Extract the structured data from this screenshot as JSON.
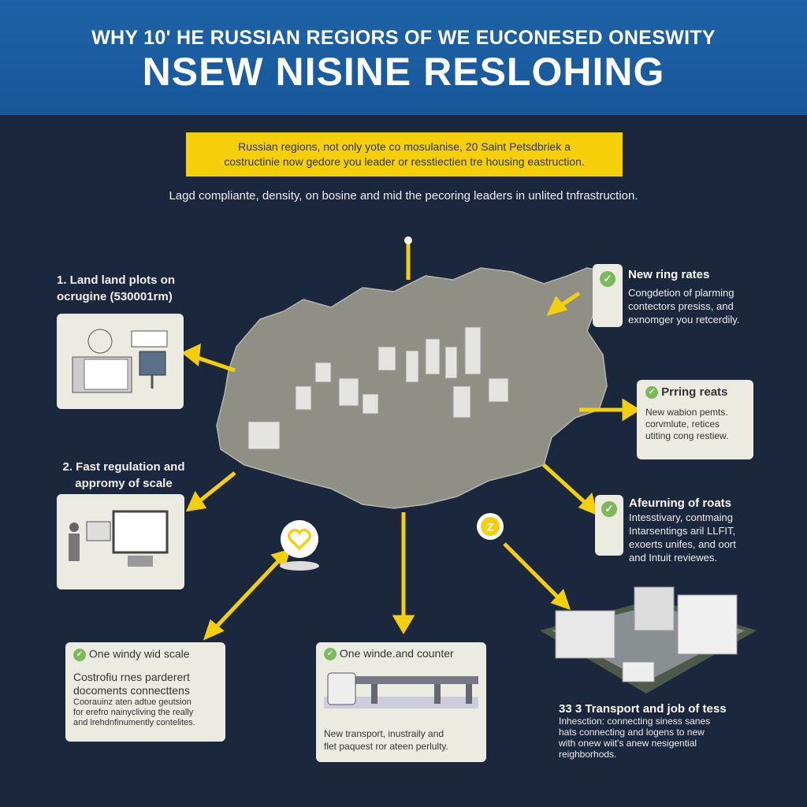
{
  "header": {
    "line1": "WHY 10' HE RUSSIAN REGIORS OF WE EUCONESED ONESWITY",
    "line2": "NSEW NISINE RESLOHING"
  },
  "banner": {
    "line1": "Russian regions, not only yote co mosulanise, 20 Saint Petsdbriek a",
    "line2": "costructinie now gedore you leader or resstiectien tre housing eastruction."
  },
  "subtitle": "Lagd compliante, density, on bosine and mid the pecoring leaders in unlited tnfrastruction.",
  "left": [
    {
      "line1": "1. Land land plots on",
      "line2": "ocrugine (530001rm)",
      "icon": "computer-illustration"
    },
    {
      "line1": "2. Fast regulation and",
      "line2": "appromy of scale",
      "icon": "office-worker-illustration"
    }
  ],
  "right": [
    {
      "title": "New ring rates",
      "text": [
        "Congdetion of plarming",
        "contectors presiss, and",
        "exnomger you retcerdily."
      ]
    },
    {
      "title": "Prring reats",
      "text": [
        "New wabion pemts.",
        "corvmlute, retices",
        "utiting cong restiew."
      ]
    },
    {
      "title": "Afeurning of roats",
      "text": [
        "Intesstivary, contmaing",
        "Intarsentings aril LLFIT,",
        "exoerts unifes, and oort",
        "and Intuit reviewes."
      ]
    }
  ],
  "bottom": [
    {
      "title": "One windy wid scale",
      "heading": [
        "Costrofiu rnes parderert",
        "docoments connecttens"
      ],
      "text": [
        "Coorauinz aten adtue geutsion",
        "for erefro nainycliving the really",
        "and lrehdnfinumently contelites."
      ]
    },
    {
      "title": "One winde.and counter",
      "text": [
        "New transport, inustraily and",
        "flet paquest ror ateen perlulty."
      ]
    },
    {
      "title": "33 3  Transport and job of tess",
      "text": [
        "Inhesction: connecting siness sanes",
        "hats connecting and logens to new",
        "with onew wiit's anew nesigential",
        "reighborhods."
      ]
    }
  ],
  "markers": {
    "heart": "heart-icon",
    "z": "Z"
  },
  "colors": {
    "header": "#1d63a6",
    "background": "#1b273d",
    "accent": "#f4cf0a",
    "check": "#7cb95a",
    "map": "#8f8f86"
  }
}
